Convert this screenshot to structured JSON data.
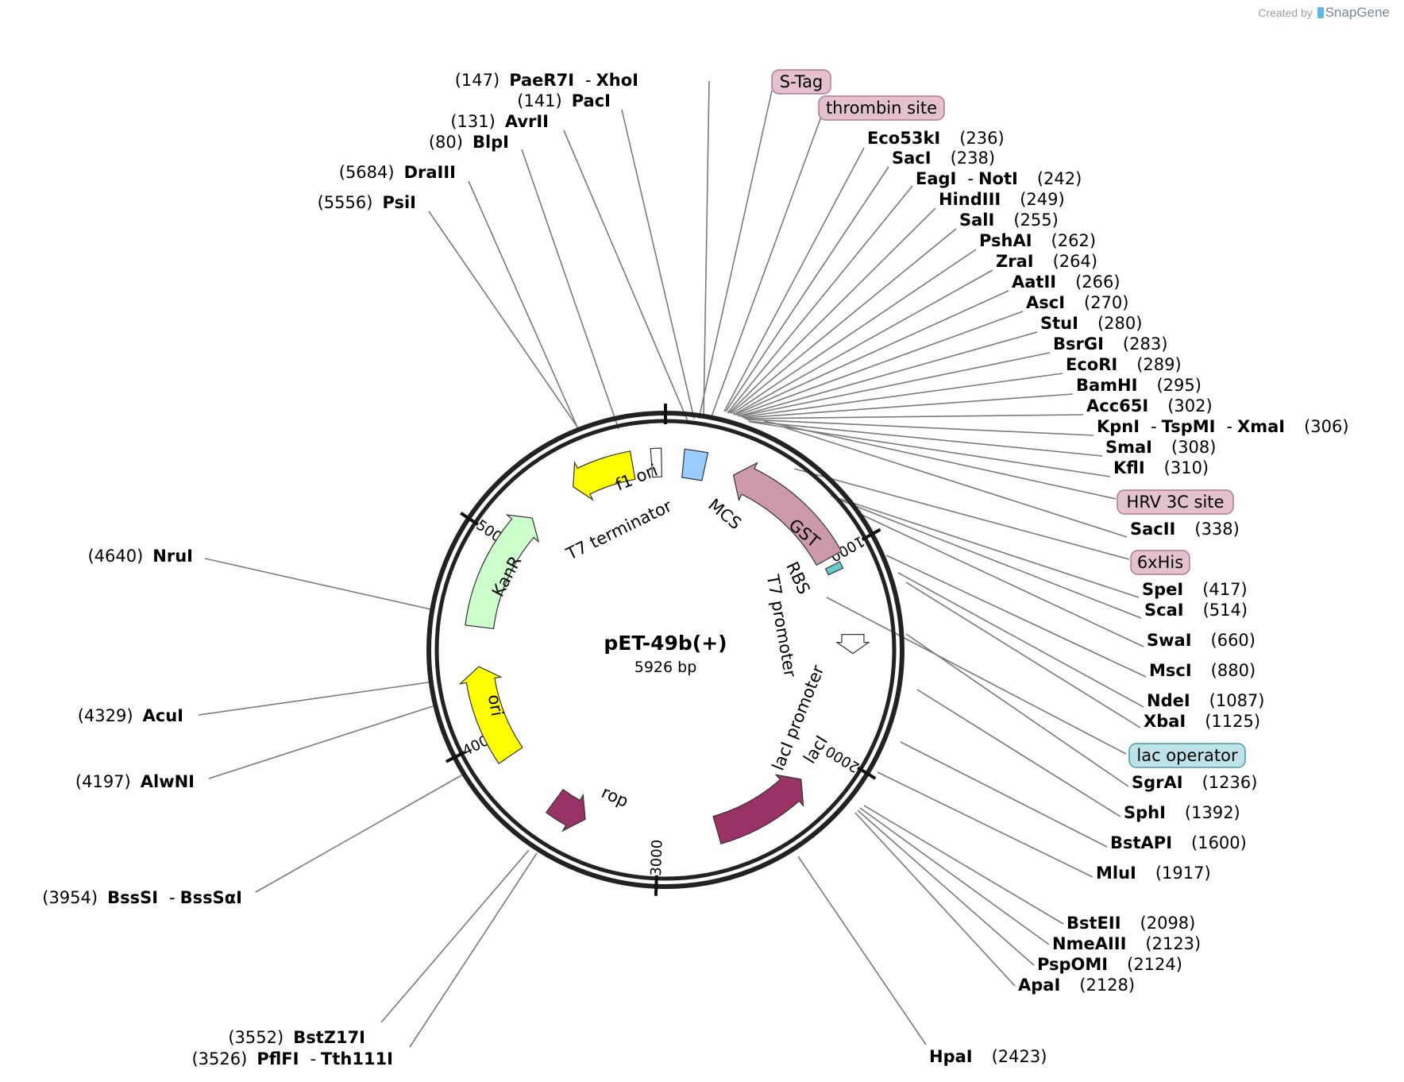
{
  "credit": {
    "prefix": "Created by",
    "brand": "SnapGene"
  },
  "plasmid": {
    "name": "pET-49b(+)",
    "size_label": "5926 bp",
    "length": 5926
  },
  "ticks": [
    {
      "pos": 0,
      "label": ""
    },
    {
      "pos": 1000,
      "label": "1000"
    },
    {
      "pos": 2000,
      "label": "2000"
    },
    {
      "pos": 3000,
      "label": "3000"
    },
    {
      "pos": 4000,
      "label": "4000"
    },
    {
      "pos": 5000,
      "label": "5000"
    }
  ],
  "features": [
    {
      "label": "f1 ori",
      "color": "#ffff00",
      "icon": "arrow-ccw"
    },
    {
      "label": "KanR",
      "color": "#ccffcc",
      "icon": "arrow-cw"
    },
    {
      "label": "ori",
      "color": "#ffff00",
      "icon": "arrow-cw"
    },
    {
      "label": "rop",
      "color": "#993366",
      "icon": "arrow-ccw"
    },
    {
      "label": "lacI",
      "color": "#993366",
      "icon": "arrow-ccw"
    },
    {
      "label": "GST",
      "color": "#cc99aa",
      "icon": "arrow-ccw"
    },
    {
      "label": "MCS",
      "color": "#99ccff",
      "icon": "box"
    },
    {
      "label": "T7 terminator",
      "color": "#ffffff",
      "icon": "box"
    },
    {
      "label": "RBS",
      "color": "#66cccc",
      "icon": "box"
    },
    {
      "label": "T7 promoter",
      "color": "#ffffff",
      "icon": "arrow-ccw"
    },
    {
      "label": "lacI promoter",
      "color": "#ffffff",
      "icon": "arrow-ccw"
    }
  ],
  "tags": [
    {
      "label": "S-Tag",
      "color": "#e3c1cf"
    },
    {
      "label": "thrombin site",
      "color": "#e3c1cf"
    },
    {
      "label": "HRV 3C site",
      "color": "#e3c1cf"
    },
    {
      "label": "6xHis",
      "color": "#e3c1cf"
    },
    {
      "label": "lac operator",
      "color": "#bde3e8"
    }
  ],
  "sites": [
    {
      "pos": "(147)",
      "names": [
        "PaeR7I",
        "XhoI"
      ]
    },
    {
      "pos": "(141)",
      "names": [
        "PacI"
      ]
    },
    {
      "pos": "(131)",
      "names": [
        "AvrII"
      ]
    },
    {
      "pos": "(80)",
      "names": [
        "BlpI"
      ]
    },
    {
      "pos": "(5684)",
      "names": [
        "DraIII"
      ]
    },
    {
      "pos": "(5556)",
      "names": [
        "PsiI"
      ]
    },
    {
      "pos": "(4640)",
      "names": [
        "NruI"
      ]
    },
    {
      "pos": "(4329)",
      "names": [
        "AcuI"
      ]
    },
    {
      "pos": "(4197)",
      "names": [
        "AlwNI"
      ]
    },
    {
      "pos": "(3954)",
      "names": [
        "BssSI",
        "BssSαI"
      ]
    },
    {
      "pos": "(3552)",
      "names": [
        "BstZ17I"
      ]
    },
    {
      "pos": "(3526)",
      "names": [
        "PflFI",
        "Tth111I"
      ]
    },
    {
      "pos": "(236)",
      "names": [
        "Eco53kI"
      ]
    },
    {
      "pos": "(238)",
      "names": [
        "SacI"
      ]
    },
    {
      "pos": "(242)",
      "names": [
        "EagI",
        "NotI"
      ]
    },
    {
      "pos": "(249)",
      "names": [
        "HindIII"
      ]
    },
    {
      "pos": "(255)",
      "names": [
        "SalI"
      ]
    },
    {
      "pos": "(262)",
      "names": [
        "PshAI"
      ]
    },
    {
      "pos": "(264)",
      "names": [
        "ZraI"
      ]
    },
    {
      "pos": "(266)",
      "names": [
        "AatII"
      ]
    },
    {
      "pos": "(270)",
      "names": [
        "AscI"
      ]
    },
    {
      "pos": "(280)",
      "names": [
        "StuI"
      ]
    },
    {
      "pos": "(283)",
      "names": [
        "BsrGI"
      ]
    },
    {
      "pos": "(289)",
      "names": [
        "EcoRI"
      ]
    },
    {
      "pos": "(295)",
      "names": [
        "BamHI"
      ]
    },
    {
      "pos": "(302)",
      "names": [
        "Acc65I"
      ]
    },
    {
      "pos": "(306)",
      "names": [
        "KpnI",
        "TspMI",
        "XmaI"
      ]
    },
    {
      "pos": "(308)",
      "names": [
        "SmaI"
      ]
    },
    {
      "pos": "(310)",
      "names": [
        "KflI"
      ]
    },
    {
      "pos": "(338)",
      "names": [
        "SacII"
      ]
    },
    {
      "pos": "(417)",
      "names": [
        "SpeI"
      ]
    },
    {
      "pos": "(514)",
      "names": [
        "ScaI"
      ]
    },
    {
      "pos": "(660)",
      "names": [
        "SwaI"
      ]
    },
    {
      "pos": "(880)",
      "names": [
        "MscI"
      ]
    },
    {
      "pos": "(1087)",
      "names": [
        "NdeI"
      ]
    },
    {
      "pos": "(1125)",
      "names": [
        "XbaI"
      ]
    },
    {
      "pos": "(1236)",
      "names": [
        "SgrAI"
      ]
    },
    {
      "pos": "(1392)",
      "names": [
        "SphI"
      ]
    },
    {
      "pos": "(1600)",
      "names": [
        "BstAPI"
      ]
    },
    {
      "pos": "(1917)",
      "names": [
        "MluI"
      ]
    },
    {
      "pos": "(2098)",
      "names": [
        "BstEII"
      ]
    },
    {
      "pos": "(2123)",
      "names": [
        "NmeAIII"
      ]
    },
    {
      "pos": "(2124)",
      "names": [
        "PspOMI"
      ]
    },
    {
      "pos": "(2128)",
      "names": [
        "ApaI"
      ]
    },
    {
      "pos": "(2423)",
      "names": [
        "HpaI"
      ]
    }
  ]
}
